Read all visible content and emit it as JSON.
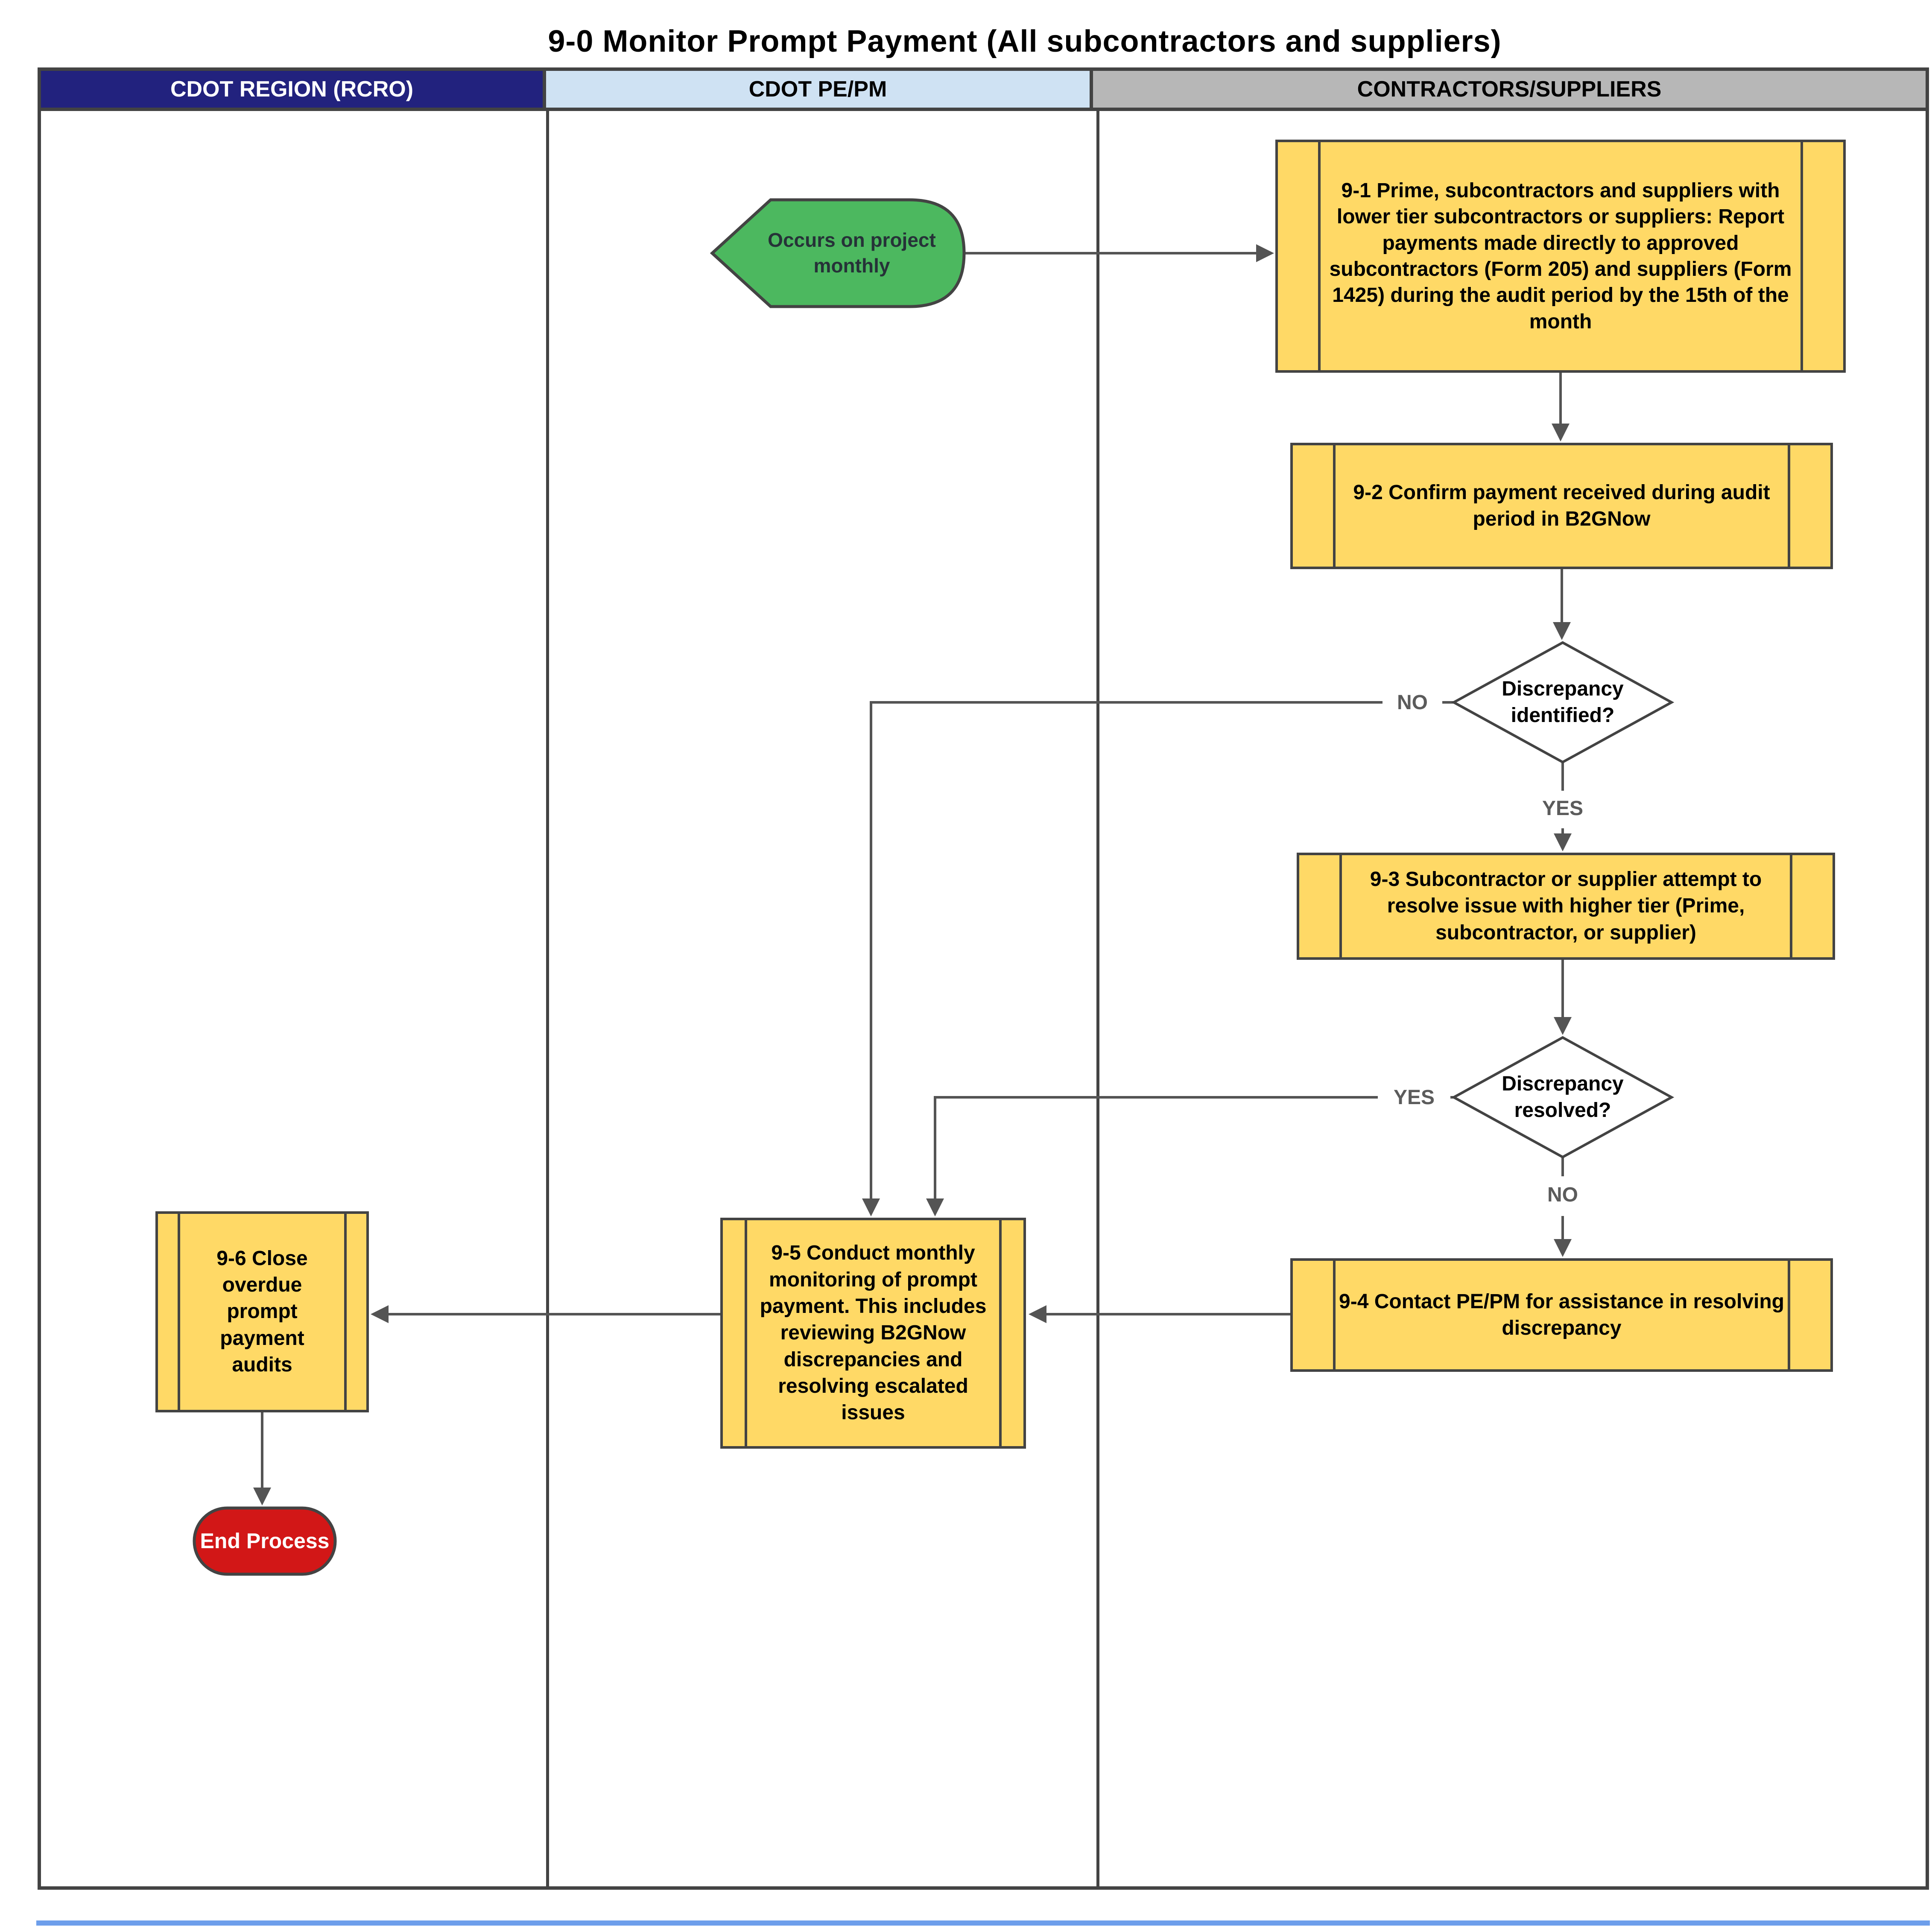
{
  "title": "9-0  Monitor Prompt Payment (All subcontractors and suppliers)",
  "lanes": [
    {
      "label": "CDOT REGION (RCRO)",
      "bg": "#22227E",
      "fg": "#FFFFFF"
    },
    {
      "label": "CDOT PE/PM",
      "bg": "#CFE2F3",
      "fg": "#000000"
    },
    {
      "label": "CONTRACTORS/SUPPLIERS",
      "bg": "#B7B7B7",
      "fg": "#000000"
    }
  ],
  "nodes": {
    "start_event": {
      "label": "Occurs on project monthly",
      "type": "event",
      "lane": "CDOT PE/PM"
    },
    "step_9_1": {
      "label": "9-1 Prime, subcontractors and suppliers with lower tier subcontractors or suppliers:  Report payments made directly to approved subcontractors (Form 205) and suppliers (Form 1425) during the audit period by the 15th of the month",
      "type": "process",
      "lane": "CONTRACTORS/SUPPLIERS"
    },
    "step_9_2": {
      "label": "9-2 Confirm payment received during audit period in B2GNow",
      "type": "process",
      "lane": "CONTRACTORS/SUPPLIERS"
    },
    "decision_1": {
      "label": "Discrepancy identified?",
      "type": "decision",
      "lane": "CONTRACTORS/SUPPLIERS"
    },
    "step_9_3": {
      "label": "9-3 Subcontractor or supplier attempt to resolve issue with higher tier (Prime, subcontractor, or supplier)",
      "type": "process",
      "lane": "CONTRACTORS/SUPPLIERS"
    },
    "decision_2": {
      "label": "Discrepancy resolved?",
      "type": "decision",
      "lane": "CONTRACTORS/SUPPLIERS"
    },
    "step_9_4": {
      "label": "9-4  Contact PE/PM for assistance in resolving discrepancy",
      "type": "process",
      "lane": "CONTRACTORS/SUPPLIERS"
    },
    "step_9_5": {
      "label": "9-5 Conduct monthly monitoring of prompt payment.  This includes reviewing B2GNow discrepancies and resolving escalated issues",
      "type": "process",
      "lane": "CDOT PE/PM"
    },
    "step_9_6": {
      "label": "9-6 Close overdue prompt payment audits",
      "type": "process",
      "lane": "CDOT REGION (RCRO)"
    },
    "end_event": {
      "label": "End Process",
      "type": "terminator",
      "lane": "CDOT REGION (RCRO)"
    }
  },
  "edge_labels": {
    "decision_1_no": "NO",
    "decision_1_yes": "YES",
    "decision_2_yes": "YES",
    "decision_2_no": "NO"
  },
  "colors": {
    "process_fill": "#FFD966",
    "shape_border": "#434343",
    "connector": "#545454",
    "edge_label_text": "#5B5B5B",
    "start_event_green": "#4CB85F",
    "end_event_red": "#D21717",
    "lane1_bg": "#22227E",
    "lane2_bg": "#CFE2F3",
    "lane3_bg": "#B7B7B7",
    "page_divider_blue": "#6D9EEB"
  }
}
